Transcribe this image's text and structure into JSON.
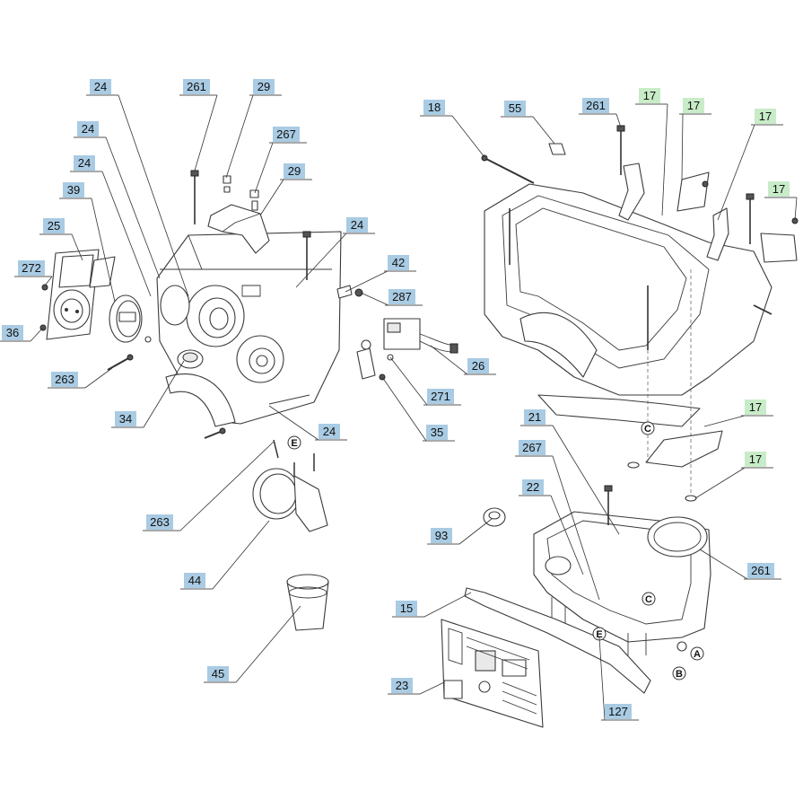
{
  "colors": {
    "label_blue": "#a9cbe3",
    "label_green": "#c8ecc8",
    "line": "#333333"
  },
  "callouts": [
    {
      "id": "c1",
      "text": "24",
      "color": "blue"
    },
    {
      "id": "c2",
      "text": "261",
      "color": "blue"
    },
    {
      "id": "c3",
      "text": "29",
      "color": "blue"
    },
    {
      "id": "c4",
      "text": "24",
      "color": "blue"
    },
    {
      "id": "c5",
      "text": "267",
      "color": "blue"
    },
    {
      "id": "c6",
      "text": "24",
      "color": "blue"
    },
    {
      "id": "c7",
      "text": "29",
      "color": "blue"
    },
    {
      "id": "c8",
      "text": "39",
      "color": "blue"
    },
    {
      "id": "c9",
      "text": "24",
      "color": "blue"
    },
    {
      "id": "c10",
      "text": "25",
      "color": "blue"
    },
    {
      "id": "c11",
      "text": "42",
      "color": "blue"
    },
    {
      "id": "c12",
      "text": "272",
      "color": "blue"
    },
    {
      "id": "c13",
      "text": "287",
      "color": "blue"
    },
    {
      "id": "c14",
      "text": "36",
      "color": "blue"
    },
    {
      "id": "c15",
      "text": "263",
      "color": "blue"
    },
    {
      "id": "c16",
      "text": "26",
      "color": "blue"
    },
    {
      "id": "c17",
      "text": "271",
      "color": "blue"
    },
    {
      "id": "c18",
      "text": "34",
      "color": "blue"
    },
    {
      "id": "c19",
      "text": "24",
      "color": "blue"
    },
    {
      "id": "c20",
      "text": "35",
      "color": "blue"
    },
    {
      "id": "c21",
      "text": "263",
      "color": "blue"
    },
    {
      "id": "c22",
      "text": "44",
      "color": "blue"
    },
    {
      "id": "c23",
      "text": "45",
      "color": "blue"
    },
    {
      "id": "c24",
      "text": "18",
      "color": "blue"
    },
    {
      "id": "c25",
      "text": "55",
      "color": "blue"
    },
    {
      "id": "c26",
      "text": "261",
      "color": "blue"
    },
    {
      "id": "c27",
      "text": "17",
      "color": "green"
    },
    {
      "id": "c28",
      "text": "17",
      "color": "green"
    },
    {
      "id": "c29",
      "text": "17",
      "color": "green"
    },
    {
      "id": "c30",
      "text": "17",
      "color": "green"
    },
    {
      "id": "c31",
      "text": "17",
      "color": "green"
    },
    {
      "id": "c32",
      "text": "17",
      "color": "green"
    },
    {
      "id": "c33",
      "text": "21",
      "color": "blue"
    },
    {
      "id": "c34",
      "text": "267",
      "color": "blue"
    },
    {
      "id": "c35",
      "text": "22",
      "color": "blue"
    },
    {
      "id": "c36",
      "text": "93",
      "color": "blue"
    },
    {
      "id": "c37",
      "text": "261",
      "color": "blue"
    },
    {
      "id": "c38",
      "text": "15",
      "color": "blue"
    },
    {
      "id": "c39",
      "text": "23",
      "color": "blue"
    },
    {
      "id": "c40",
      "text": "127",
      "color": "blue"
    }
  ],
  "reference_marks": [
    "C",
    "E",
    "C",
    "E",
    "A",
    "B"
  ]
}
